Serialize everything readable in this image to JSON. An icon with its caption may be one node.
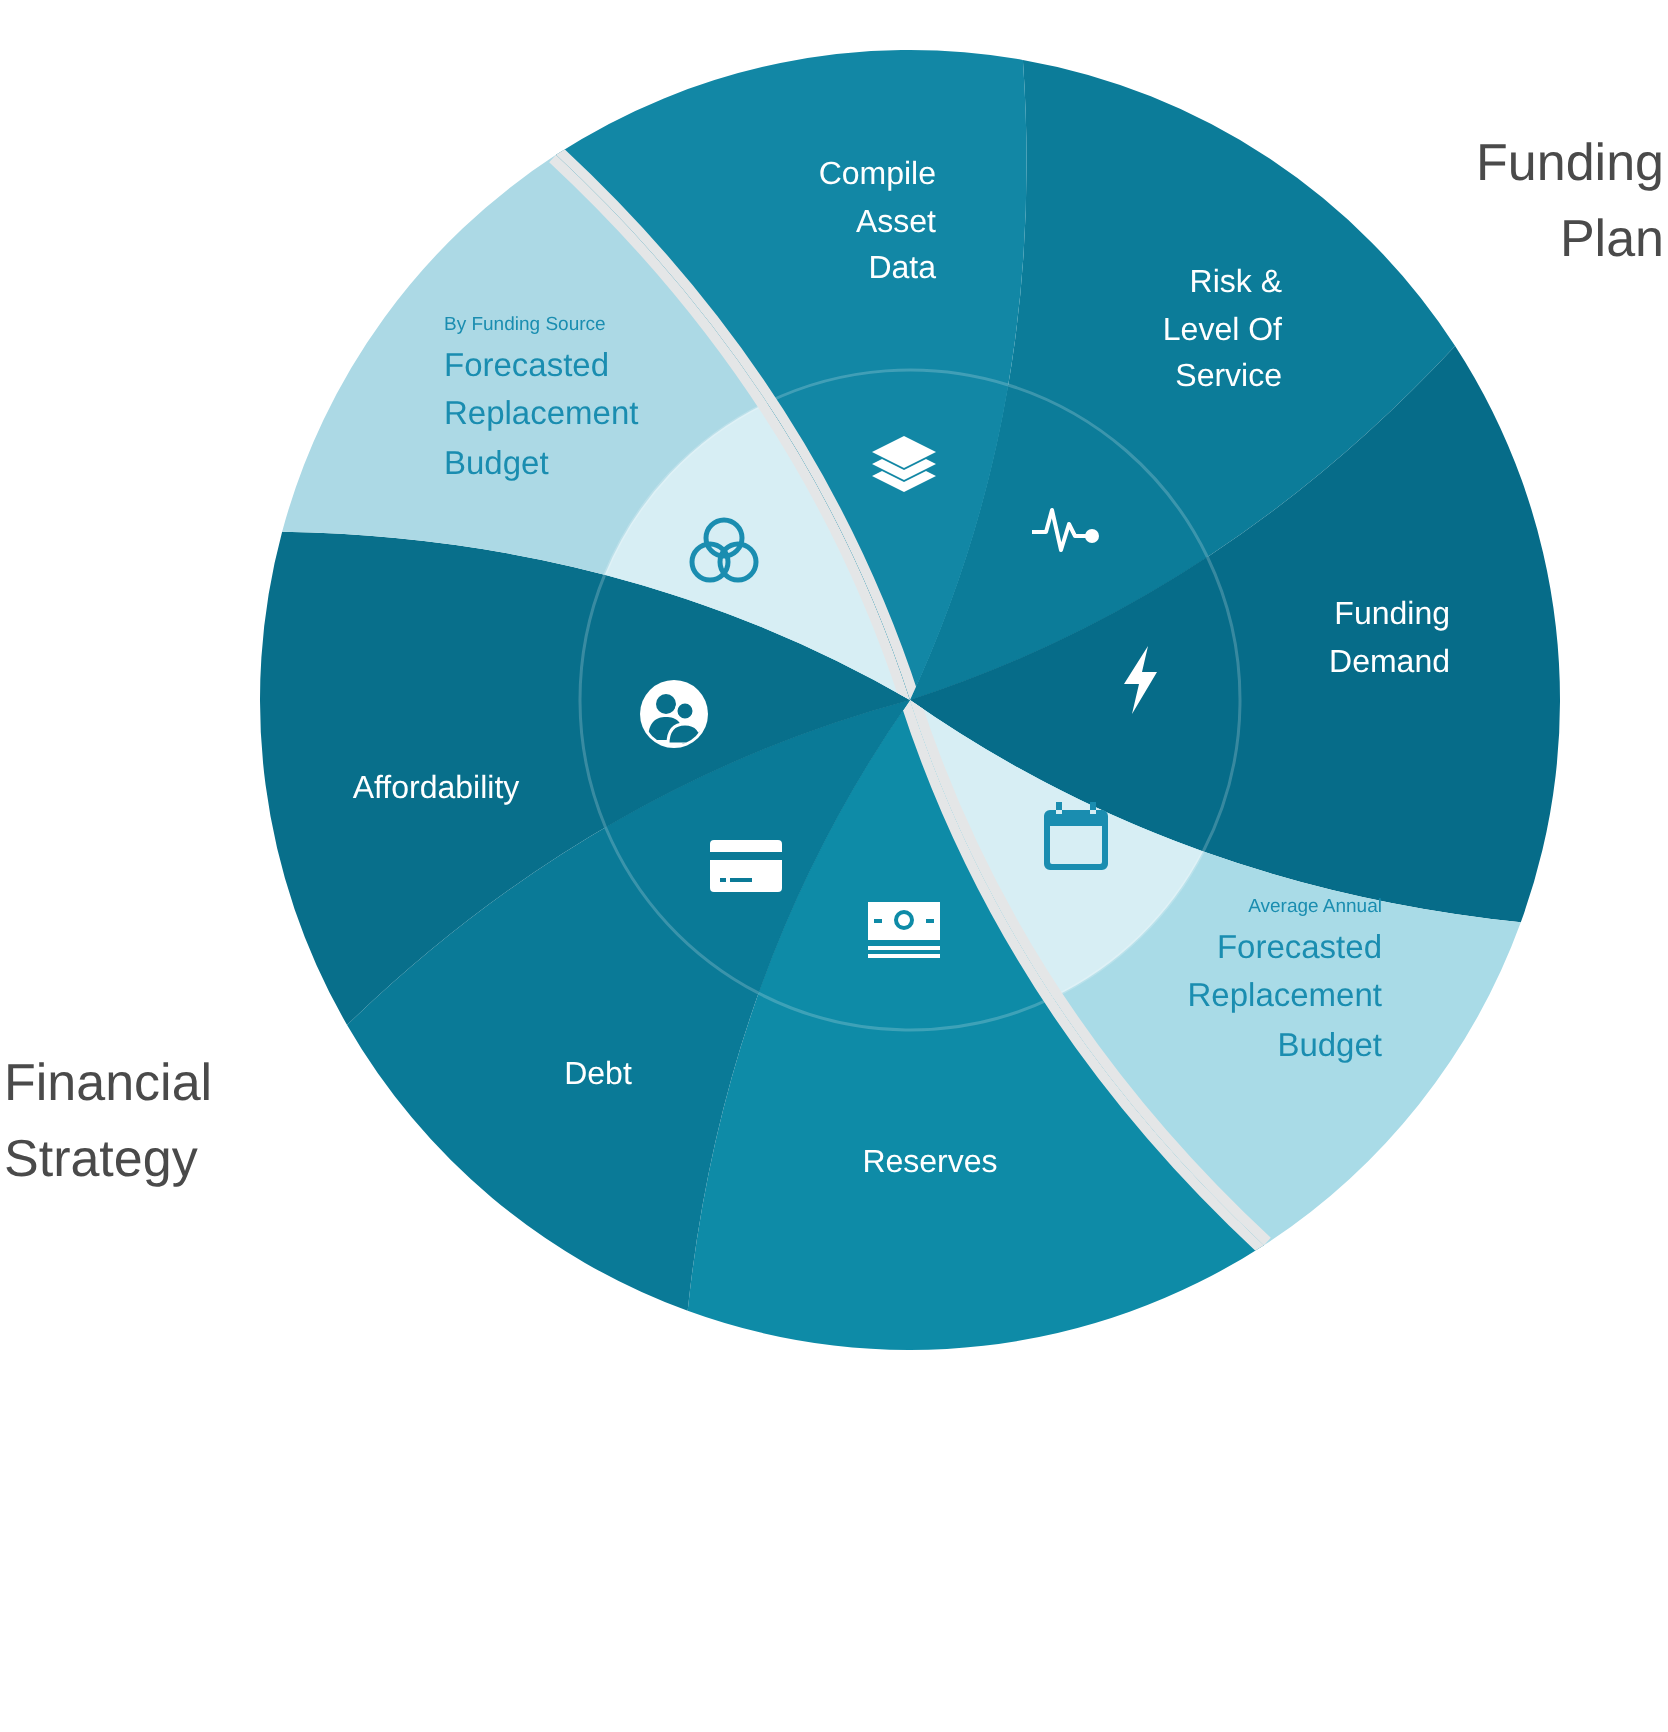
{
  "diagram": {
    "nodes": [
      {
        "text": [
          "Compile Asset Data"
        ]
      },
      {
        "text": [
          "Risk & Level Of Service"
        ]
      },
      {
        "text": [
          "Funding Demand"
        ]
      },
      {
        "text": [
          "Average Annual",
          "Forecasted Replacement Budget"
        ]
      },
      {
        "text": [
          "Reserves"
        ]
      },
      {
        "text": [
          "Debt"
        ]
      },
      {
        "text": [
          "Affordability"
        ]
      },
      {
        "text": [
          "By Funding Source",
          "Forecasted Replacement Budget"
        ]
      }
    ],
    "labels": [
      "Funding Plan",
      "Financial Strategy"
    ]
  }
}
